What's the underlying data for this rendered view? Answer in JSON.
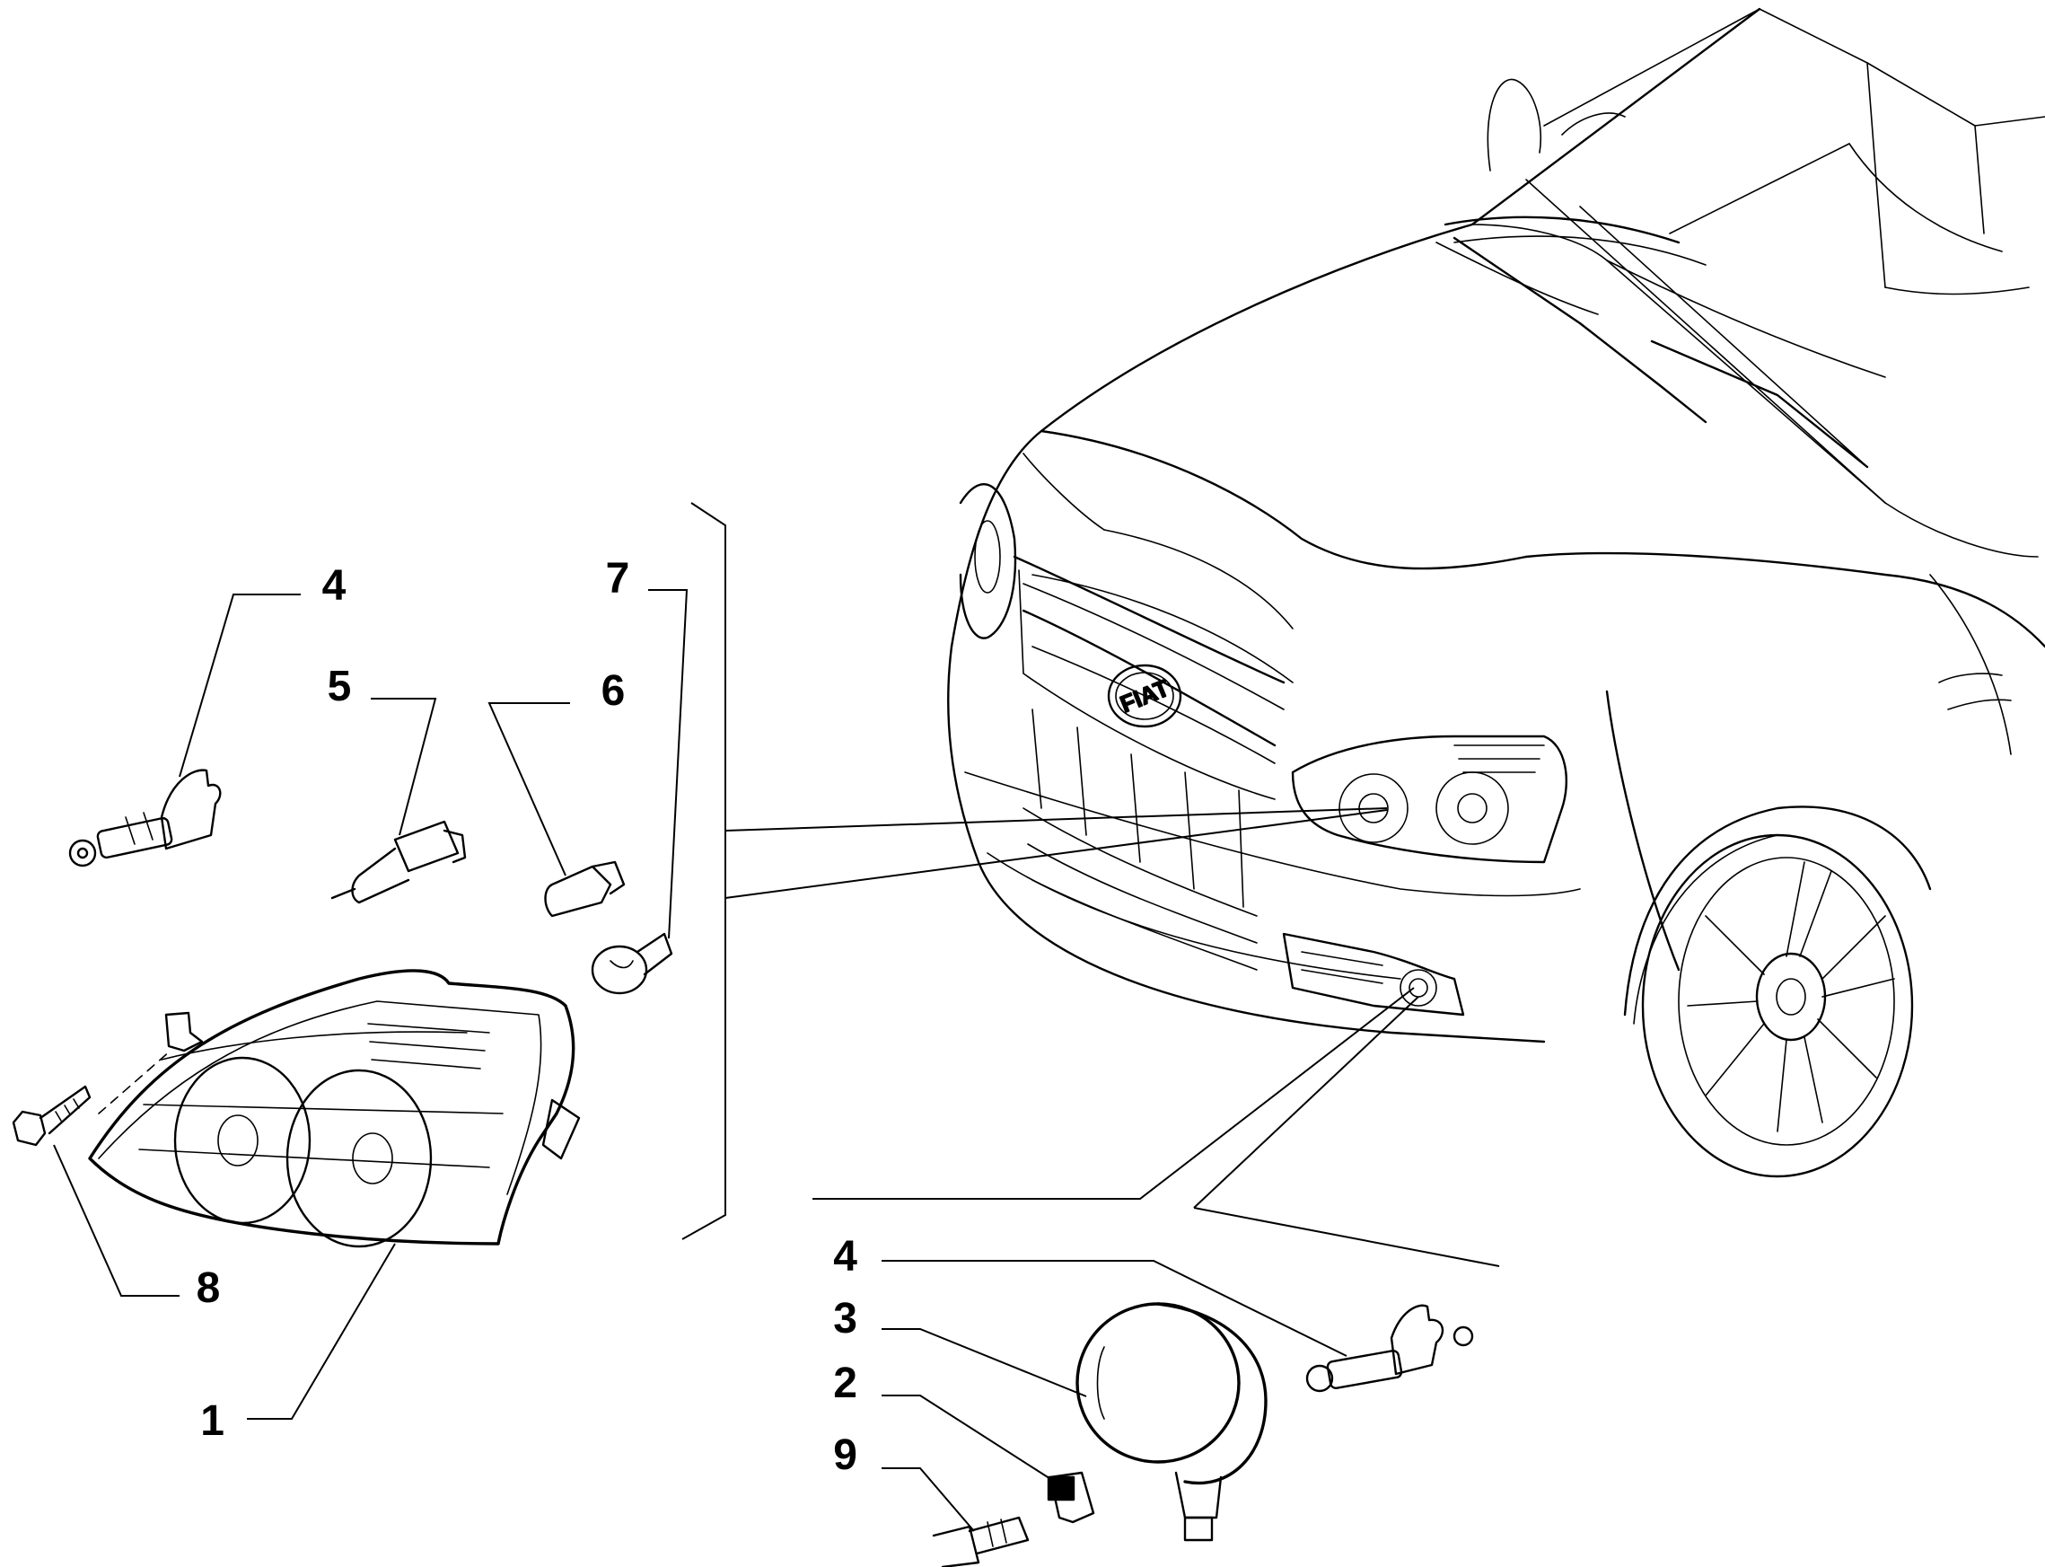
{
  "diagram": {
    "callouts": [
      {
        "id": "headlamp",
        "label": "1"
      },
      {
        "id": "fog-bracket",
        "label": "2"
      },
      {
        "id": "fog-lamp",
        "label": "3"
      },
      {
        "id": "h1-bulb-headlamp",
        "label": "4"
      },
      {
        "id": "h1-bulb-foglamp",
        "label": "4"
      },
      {
        "id": "h7-bulb",
        "label": "5"
      },
      {
        "id": "wedge-bulb",
        "label": "6"
      },
      {
        "id": "bayonet-bulb",
        "label": "7"
      },
      {
        "id": "headlamp-screw",
        "label": "8"
      },
      {
        "id": "fog-screw",
        "label": "9"
      }
    ],
    "logo": "FIAT",
    "colors": {
      "ink": "#000000",
      "background": "#ffffff"
    }
  }
}
